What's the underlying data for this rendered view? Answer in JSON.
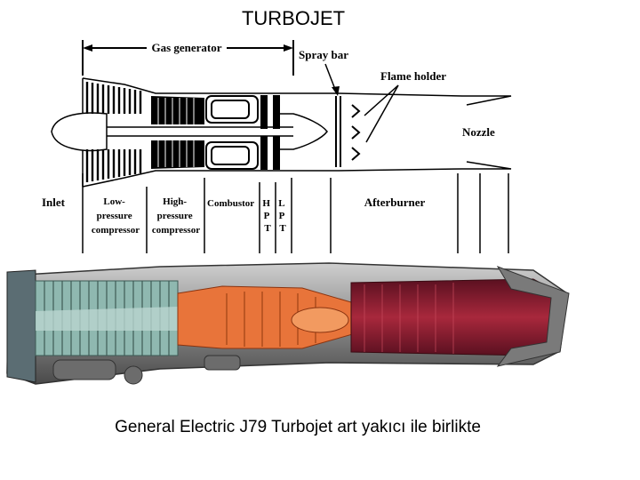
{
  "title": "TURBOJET",
  "labels": {
    "gas_generator": "Gas generator",
    "spray_bar": "Spray bar",
    "flame_holder": "Flame holder",
    "nozzle": "Nozzle",
    "inlet": "Inlet",
    "low_pressure_compressor": [
      "Low-",
      "pressure",
      "compressor"
    ],
    "high_pressure_compressor": [
      "High-",
      "pressure",
      "compressor"
    ],
    "combustor": "Combustor",
    "hpt": [
      "H",
      "P",
      "T"
    ],
    "lpt": [
      "L",
      "P",
      "T"
    ],
    "afterburner": "Afterburner"
  },
  "caption": "General Electric J79 Turbojet art yakıcı ile birlikte",
  "colors": {
    "compressor": "#8fb8b0",
    "combustor": "#e8743a",
    "afterburner": "#8c1e2e",
    "casing": "#6c6c6c"
  }
}
